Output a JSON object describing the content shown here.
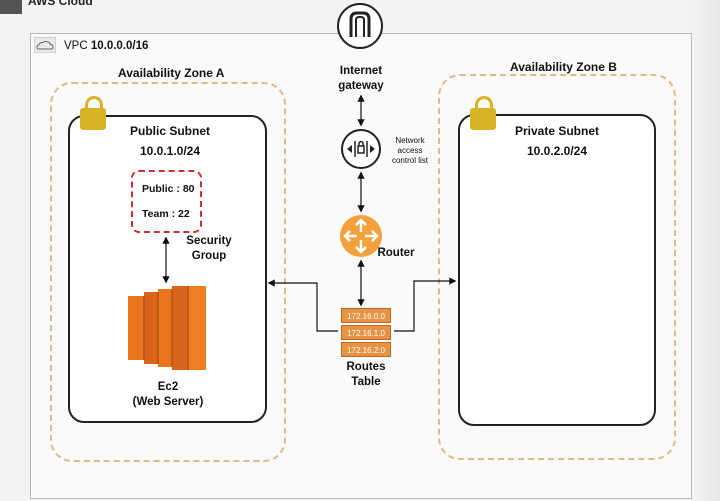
{
  "cloud": {
    "label": "AWS Cloud"
  },
  "vpc": {
    "label_prefix": "VPC",
    "cidr": "10.0.0.0/16"
  },
  "zone_a": {
    "title": "Availability Zone A",
    "subnet_title": "Public Subnet",
    "subnet_cidr": "10.0.1.0/24"
  },
  "zone_b": {
    "title": "Availability Zone B",
    "subnet_title": "Private Subnet",
    "subnet_cidr": "10.0.2.0/24"
  },
  "security_group": {
    "rule1": "Public : 80",
    "rule2": "Team :  22",
    "label_line1": "Security",
    "label_line2": "Group"
  },
  "ec2": {
    "label_line1": "Ec2",
    "label_line2": "(Web Server)"
  },
  "internet_gateway": {
    "label_line1": "Internet",
    "label_line2": "gateway"
  },
  "nacl": {
    "label_line1": "Network",
    "label_line2": "access",
    "label_line3": "control list"
  },
  "router": {
    "label": "Router"
  },
  "routes_table": {
    "rows": [
      "172.16.0.0",
      "172.16.1.0",
      "172.16.2.0"
    ],
    "label_line1": "Routes",
    "label_line2": "Table"
  },
  "colors": {
    "az_border": "#e3b98a",
    "lock": "#d7b427",
    "sg_border": "#c8323a",
    "ec2_orange": "#e8741c",
    "router_orange": "#f2a13d",
    "route_orange": "#e89243"
  }
}
